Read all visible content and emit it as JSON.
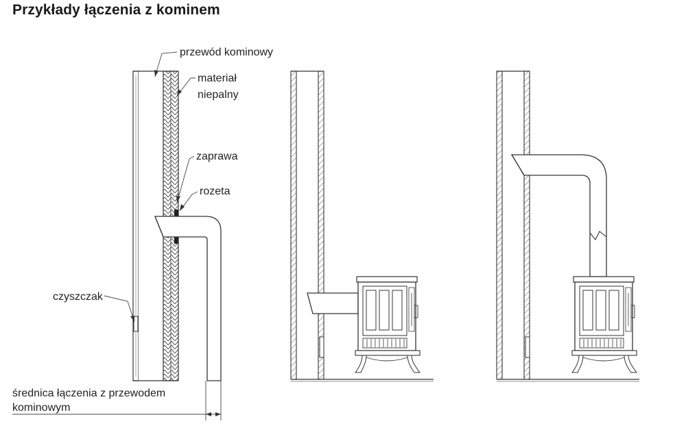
{
  "title": "Przykłady łączenia z kominem",
  "labels": {
    "flue": "przewód kominowy",
    "material_1": "materiał",
    "material_2": "niepalny",
    "mortar": "zaprawa",
    "rosette": "rozeta",
    "cleanout": "czyszczak",
    "diameter_1": "średnica łączenia z przewodem",
    "diameter_2": "kominowym"
  },
  "figures": [
    "wall-connection-detail",
    "rear-outlet-connection",
    "top-outlet-connection"
  ]
}
